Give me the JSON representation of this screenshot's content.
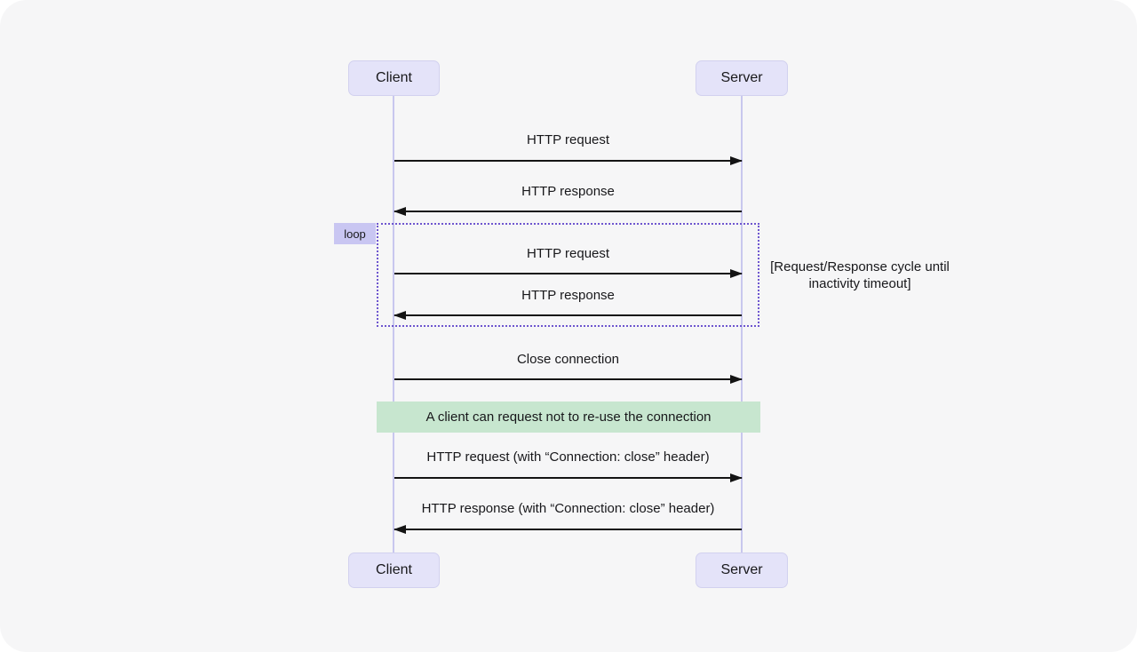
{
  "colors": {
    "canvas_bg": "#f6f6f7",
    "actor_fill": "#e4e3f9",
    "actor_border": "#d2d1ef",
    "lifeline": "#c8c7ee",
    "arrow": "#141414",
    "loop_border": "#6e56cf",
    "loop_label_bg": "#c9c6f2",
    "note_fill": "#c7e6cf"
  },
  "actors": {
    "client": "Client",
    "server": "Server"
  },
  "messages": [
    {
      "label": "HTTP request",
      "from": "client",
      "to": "server",
      "direction": "right"
    },
    {
      "label": "HTTP response",
      "from": "server",
      "to": "client",
      "direction": "left"
    },
    {
      "label": "HTTP request",
      "from": "client",
      "to": "server",
      "direction": "right"
    },
    {
      "label": "HTTP response",
      "from": "server",
      "to": "client",
      "direction": "left"
    },
    {
      "label": "Close connection",
      "from": "client",
      "to": "server",
      "direction": "right"
    },
    {
      "label": "HTTP request (with “Connection: close” header)",
      "from": "client",
      "to": "server",
      "direction": "right"
    },
    {
      "label": "HTTP response (with “Connection: close” header)",
      "from": "server",
      "to": "client",
      "direction": "left"
    }
  ],
  "loop": {
    "label": "loop",
    "annotation": "[Request/Response cycle until inactivity timeout]"
  },
  "note": {
    "text": "A client can request not to re-use the connection"
  }
}
